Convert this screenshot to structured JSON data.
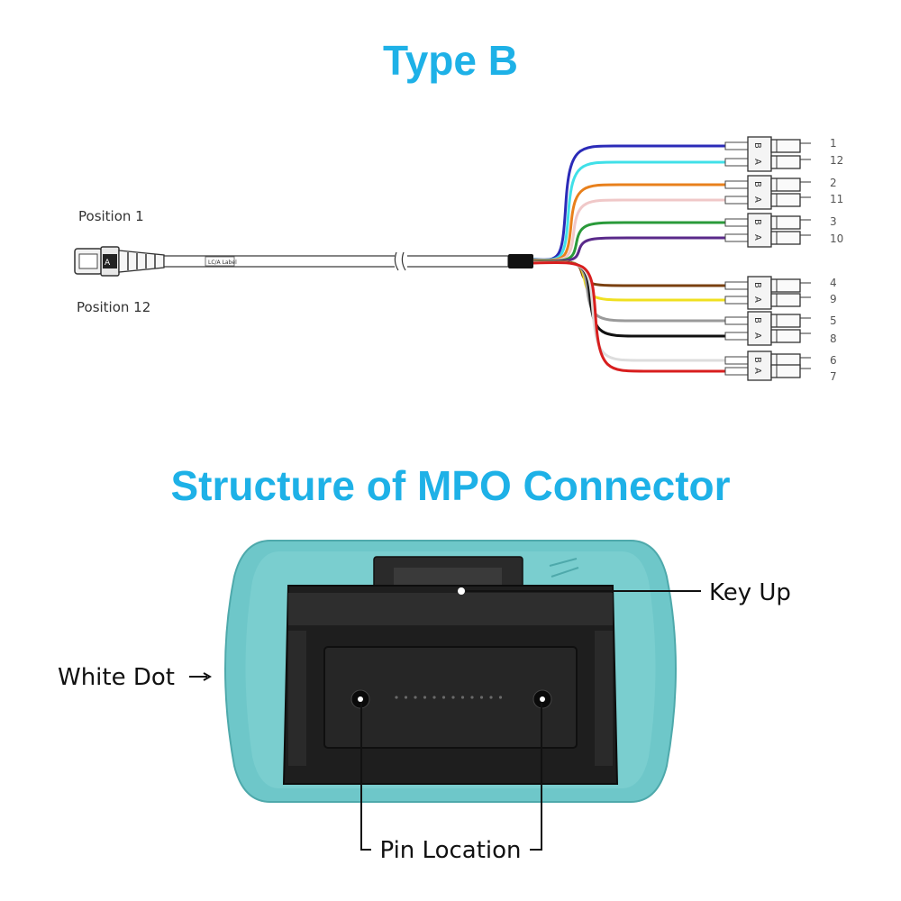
{
  "titles": {
    "top": "Type B",
    "bottom": "Structure of MPO Connector"
  },
  "cable": {
    "position_top_label": "Position 1",
    "position_bottom_label": "Position 12",
    "cable_print": "LC/A Label",
    "connector_letters": {
      "upper": "B",
      "lower": "A"
    },
    "fibers": [
      {
        "number": "1",
        "color": "#2b2bb8"
      },
      {
        "number": "12",
        "color": "#40e0e8"
      },
      {
        "number": "2",
        "color": "#e8801c"
      },
      {
        "number": "11",
        "color": "#f0c8c8"
      },
      {
        "number": "3",
        "color": "#2a9a3a"
      },
      {
        "number": "10",
        "color": "#5a2a8a"
      },
      {
        "number": "4",
        "color": "#7a4010"
      },
      {
        "number": "9",
        "color": "#f0e020"
      },
      {
        "number": "5",
        "color": "#9a9a9a"
      },
      {
        "number": "8",
        "color": "#111111"
      },
      {
        "number": "6",
        "color": "#dddddd"
      },
      {
        "number": "7",
        "color": "#d81e1e"
      }
    ]
  },
  "connector": {
    "key_up_label": "Key Up",
    "white_dot_label": "White Dot",
    "pin_location_label": "Pin Location",
    "housing_color": "#6ec7c9",
    "body_color": "#1e1e1e"
  },
  "colors": {
    "title": "#1eb1e7"
  }
}
